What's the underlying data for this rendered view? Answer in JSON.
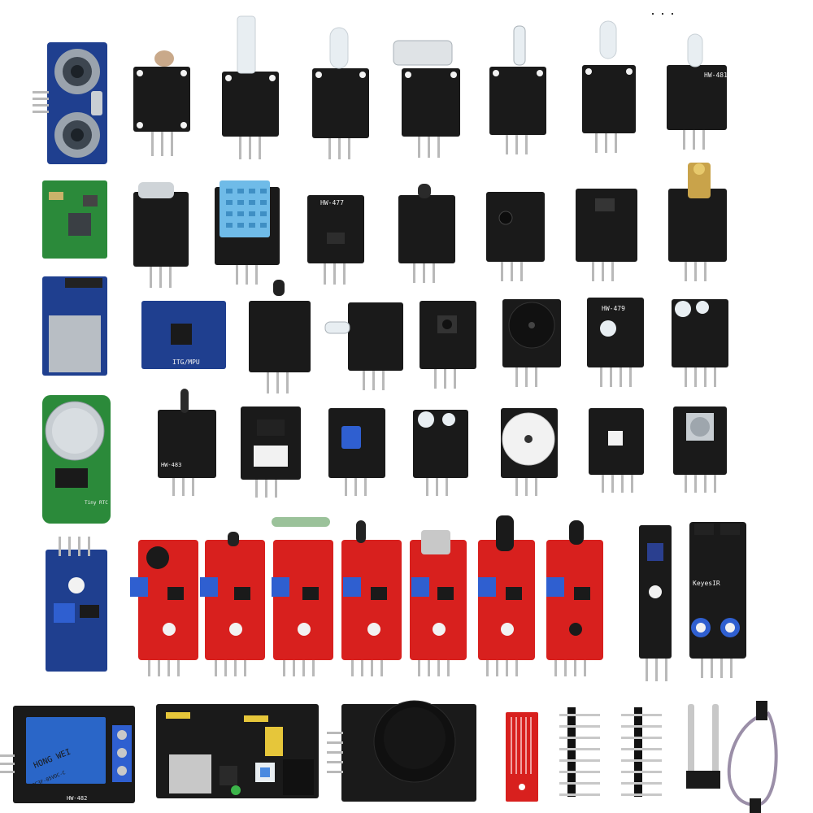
{
  "image": {
    "subject": "sensor-module-kit",
    "background": "#ffffff",
    "colors": {
      "pcb_black": "#1a1a1a",
      "pcb_blue": "#1f3f8f",
      "pcb_red": "#d8201e",
      "pcb_green": "#2b8a3a",
      "pin_metal": "#b9b9b9",
      "pad_white": "#f2f2f2",
      "trimmer_blue": "#2f5fd0",
      "dht_blue": "#6fbbe8",
      "relay_blue": "#2a66c8",
      "buzzer_black": "#111111",
      "usb_silver": "#c8c8c8",
      "ribbon_grey": "#9b8fa8",
      "led_clear": "#e8eef2"
    }
  },
  "labels": {
    "relay_brand": "HONG WEI",
    "relay_model": "JQC3F-05VDC-C",
    "relay_code": "HW-482",
    "mpu_label": "ITG/MPU",
    "ir_label": "KeyesIR",
    "rtc_label": "Tiny RTC",
    "hw_481": "HW-481",
    "hw_477": "HW-477",
    "hw_479": "HW-479",
    "hw_483": "HW-483"
  }
}
